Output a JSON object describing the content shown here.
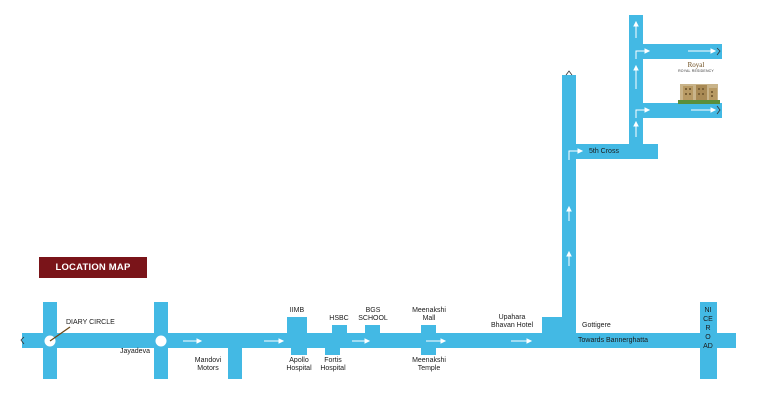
{
  "title": "LOCATION MAP",
  "colors": {
    "road": "#43b9e4",
    "arrow": "#ffffff",
    "title_bg": "#7a1419",
    "title_text": "#ffffff",
    "label": "#1a1a1a"
  },
  "places": {
    "diary_circle": "DIARY CIRCLE",
    "jayadeva": "Jayadeva",
    "mandovi_motors": "Mandovi\nMotors",
    "iimb": "IIMB",
    "apollo_hospital": "Apollo\nHospital",
    "hsbc": "HSBC",
    "fortis_hospital": "Fortis\nHospital",
    "bgs_school": "BGS\nSCHOOL",
    "meenakshi_mall": "Meenakshi\nMall",
    "meenakshi_temple": "Meenakshi\nTemple",
    "upahara_bhavan": "Upahara\nBhavan Hotel",
    "gottigere": "Gottigere",
    "towards_bannerghatta": "Towards Bannerghatta",
    "nice_road": "NICE ROAD",
    "fifth_cross": "5th Cross"
  },
  "logo": {
    "mark": "Royal",
    "text": "ROYAL RESIDENCY"
  },
  "icons": {
    "roundabout": "circle-marker-icon",
    "direction": "arrow-icon",
    "building": "building-icon"
  }
}
